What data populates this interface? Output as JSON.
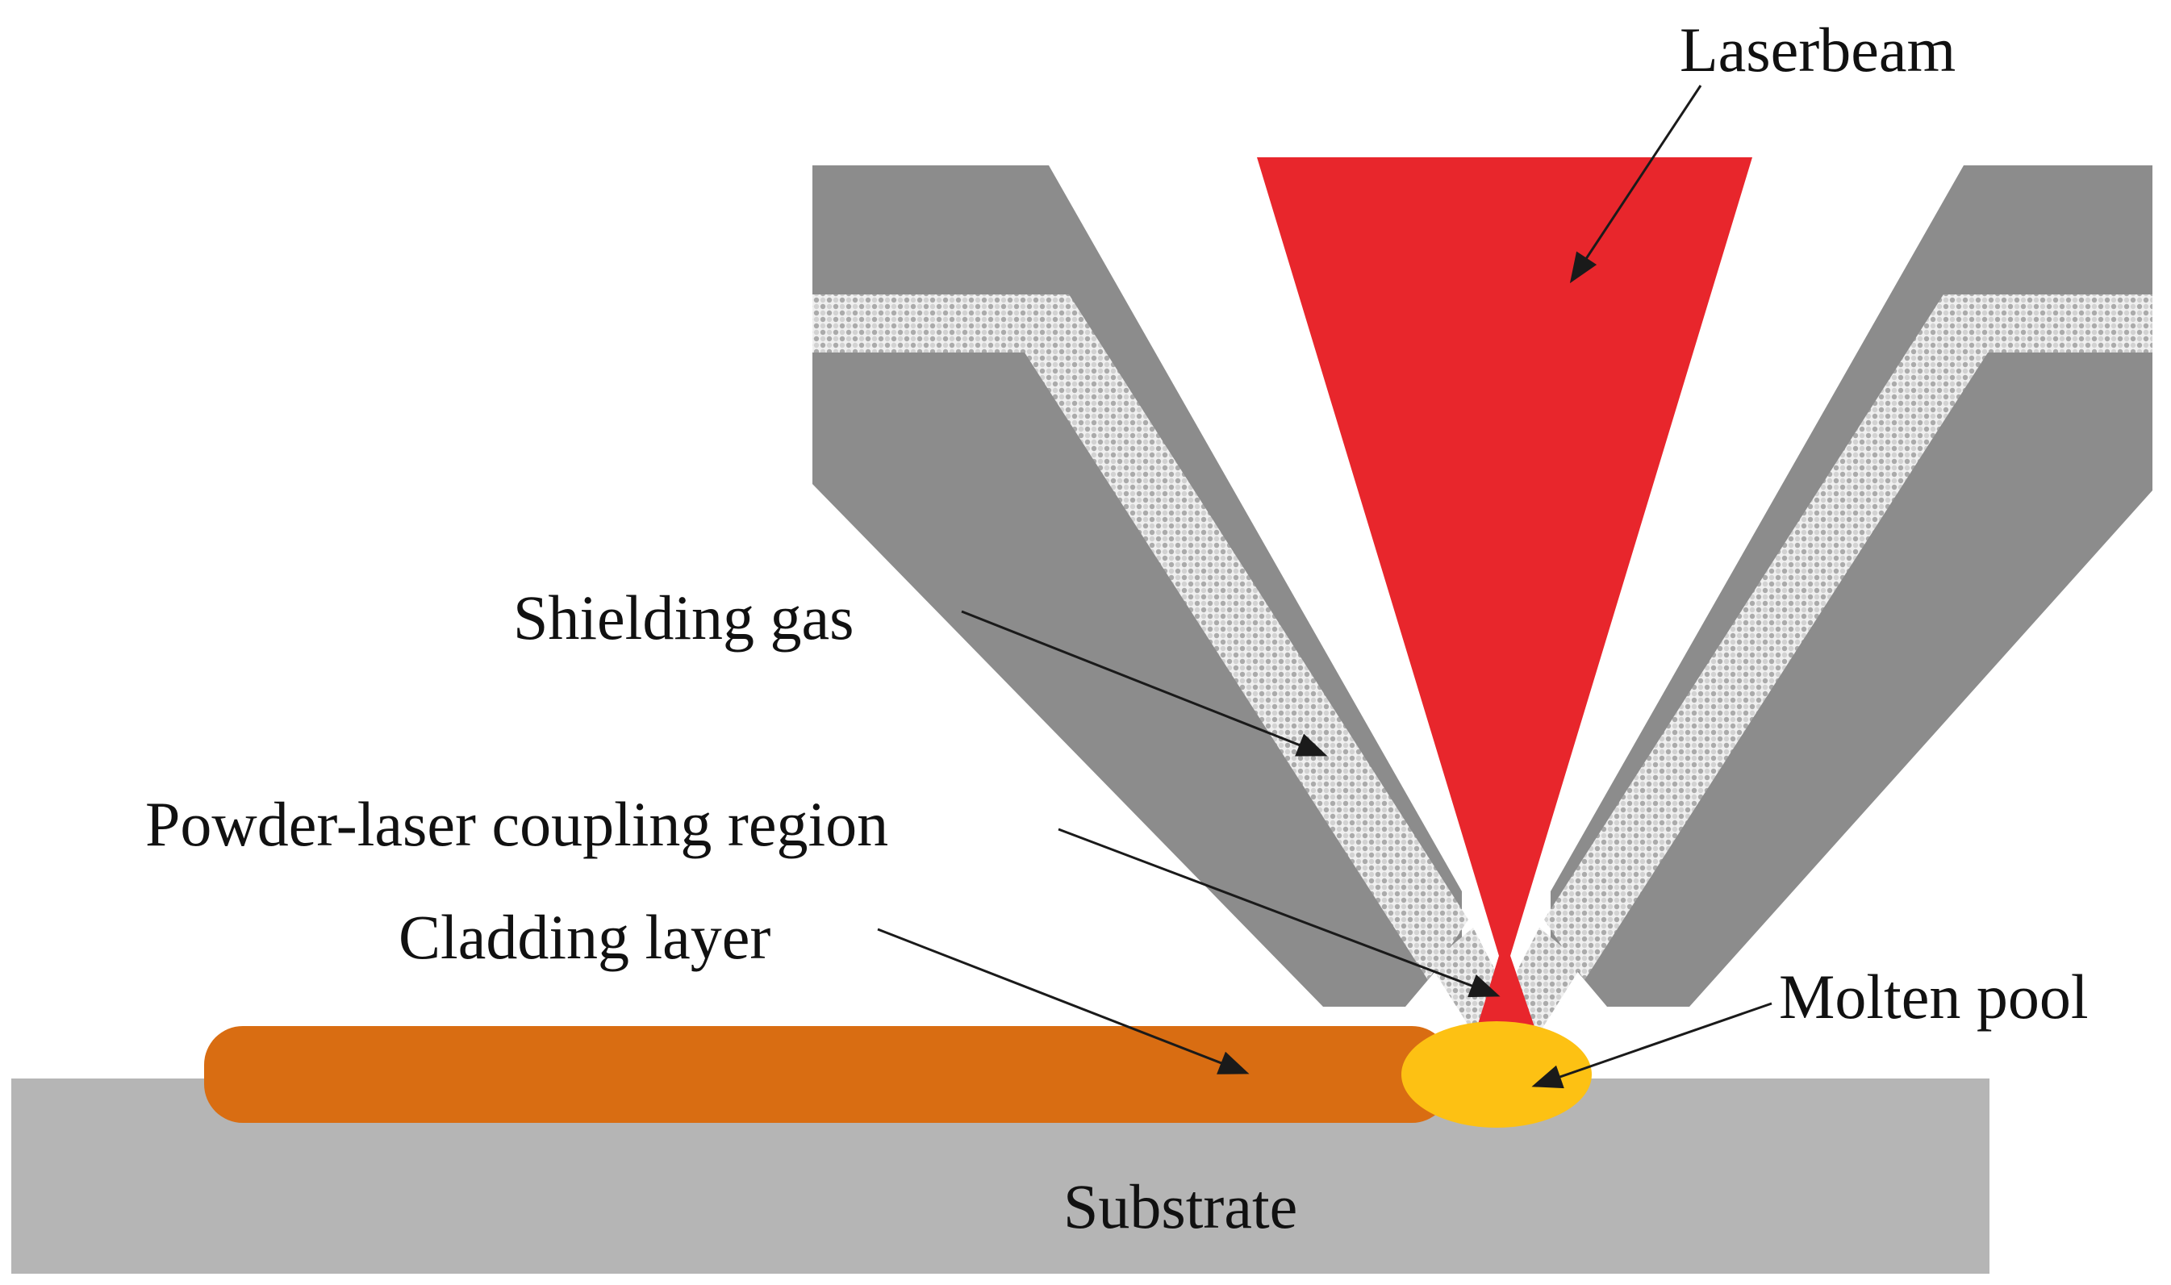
{
  "diagram": {
    "type": "process-schematic",
    "subject": "laser cladding / coaxial powder nozzle cross-section",
    "labels": {
      "laserbeam": "Laserbeam",
      "shielding_gas": "Shielding gas",
      "powder_laser_coupling_region": "Powder-laser coupling region",
      "cladding_layer": "Cladding layer",
      "molten_pool": "Molten pool",
      "substrate": "Substrate"
    },
    "colors": {
      "background": "#ffffff",
      "laser_beam": "#e8262c",
      "nozzle_body": "#8c8c8c",
      "powder_channel_bg": "#f0f0f0",
      "powder_channel_dot": "#ababab",
      "powder_channel_dot_light": "#d2d2d2",
      "substrate": "#b5b5b5",
      "cladding_layer": "#d96d12",
      "molten_pool": "#fdc113",
      "annotation": "#1a1a1a"
    }
  }
}
